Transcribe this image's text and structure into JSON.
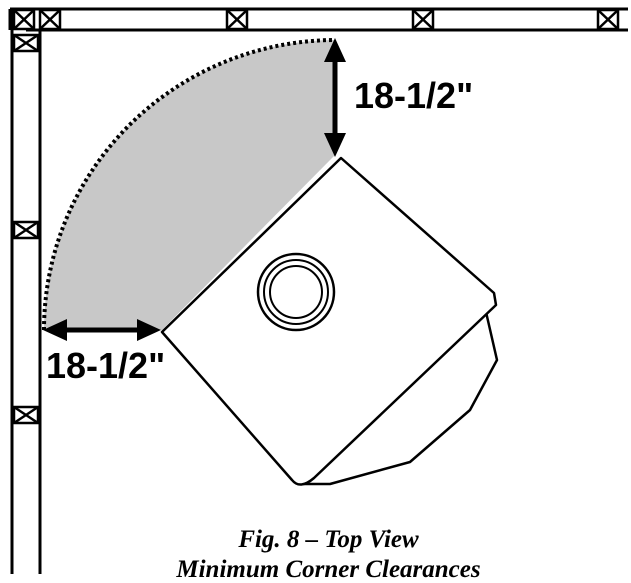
{
  "dimensions": {
    "top_clearance": "18-1/2\"",
    "side_clearance": "18-1/2\""
  },
  "caption": {
    "figure": "Fig. 8  – Top View",
    "subtitle": "Minimum Corner Clearances"
  },
  "colors": {
    "clearance_fill": "#c8c8c8",
    "line": "#000000",
    "background": "#ffffff"
  }
}
